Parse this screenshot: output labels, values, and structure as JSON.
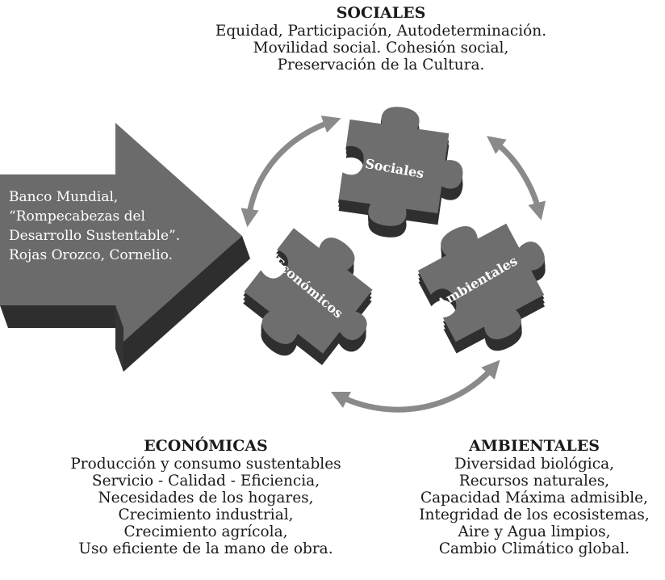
{
  "colors": {
    "arrow_face": "#6b6b6b",
    "arrow_side": "#3f3f3f",
    "piece_top": "#6e6e6e",
    "piece_side": "#2f2f2f",
    "cycle_arrow": "#8a8a8a",
    "text": "#1a1a1a"
  },
  "sociales": {
    "title": "SOCIALES",
    "lines": [
      "Equidad, Participación, Autodeterminación.",
      "Movilidad social. Cohesión social,",
      "Preservación de la Cultura."
    ]
  },
  "economicas": {
    "title": "ECONÓMICAS",
    "lines": [
      "Producción y consumo sustentables",
      "Servicio - Calidad - Eficiencia,",
      "Necesidades de los hogares,",
      "Crecimiento industrial,",
      "Crecimiento agrícola,",
      "Uso eficiente de la mano de obra."
    ]
  },
  "ambientales": {
    "title": "AMBIENTALES",
    "lines": [
      "Diversidad biológica,",
      "Recursos naturales,",
      "Capacidad Máxima admisible,",
      "Integridad de los ecosistemas,",
      "Aire y Agua limpios,",
      "Cambio Climático global."
    ]
  },
  "arrow": {
    "lines": [
      "Banco Mundial,",
      "“Rompecabezas del",
      "Desarrollo Sustentable”.",
      "Rojas Orozco, Cornelio."
    ]
  },
  "pieces": {
    "sociales": "Sociales",
    "economicos": "Económicos",
    "ambientales": "Ambientales"
  }
}
